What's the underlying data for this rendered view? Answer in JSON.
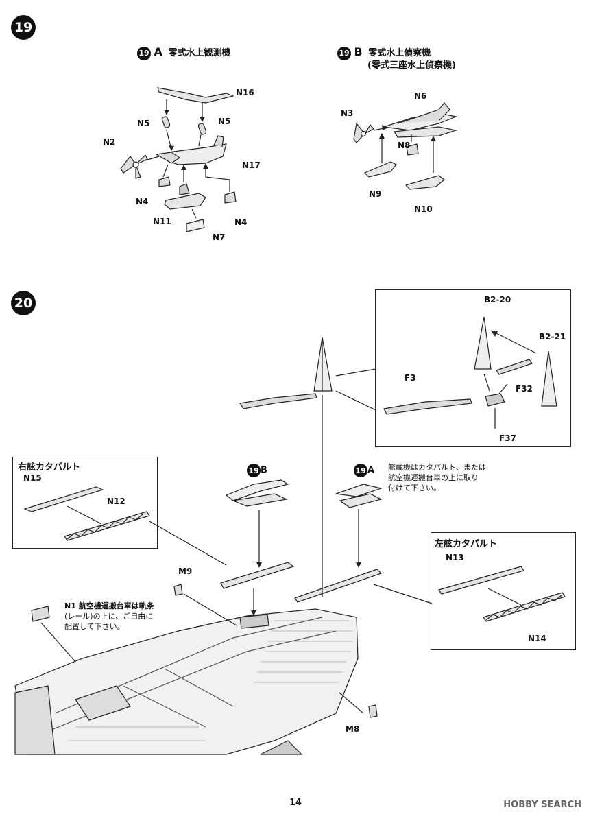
{
  "step19": {
    "number": "19",
    "a": {
      "badge": "19",
      "letter": "A",
      "title": "零式水上観測機"
    },
    "b": {
      "badge": "19",
      "letter": "B",
      "title": "零式水上偵察機",
      "subtitle": "(零式三座水上偵察機)"
    },
    "partsA": {
      "n16": "N16",
      "n5a": "N5",
      "n5b": "N5",
      "n2": "N2",
      "n17": "N17",
      "n4a": "N4",
      "n4b": "N4",
      "n11": "N11",
      "n7": "N7"
    },
    "partsB": {
      "n6": "N6",
      "n3": "N3",
      "n8": "N8",
      "n9": "N9",
      "n10": "N10"
    }
  },
  "step20": {
    "number": "20",
    "detail_parts": {
      "b220": "B2-20",
      "b221": "B2-21",
      "f3": "F3",
      "f32": "F32",
      "f37": "F37"
    },
    "right_catapult": {
      "title": "右舷カタパルト",
      "n15": "N15",
      "n12": "N12"
    },
    "left_catapult": {
      "title": "左舷カタパルト",
      "n13": "N13",
      "n14": "N14"
    },
    "plane_b_ref": {
      "badge": "19",
      "letter": "B"
    },
    "plane_a_ref": {
      "badge": "19",
      "letter": "A"
    },
    "note_aircraft": [
      "艦載機はカタパルト、または",
      "航空機運搬台車の上に取り",
      "付けて下さい。"
    ],
    "note_n1": [
      "N1 航空機運搬台車は軌条",
      "(レール)の上に、ご自由に",
      "配置して下さい。"
    ],
    "m9": "M9",
    "m8": "M8"
  },
  "page_number": "14",
  "watermark": "HOBBY SEARCH"
}
